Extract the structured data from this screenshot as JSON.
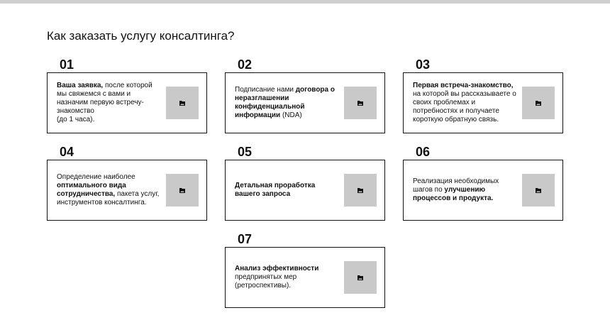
{
  "page": {
    "title": "Как заказать услугу консалтинга?"
  },
  "steps": [
    {
      "number": "01",
      "segments": [
        {
          "t": "Ваша заявка,",
          "b": true
        },
        {
          "t": " после которой мы свяжемся с вами и назначим первую встречу-знакомство",
          "b": false
        },
        {
          "t": "(до 1 часа).",
          "b": false,
          "br": true
        }
      ],
      "image_icon": "image-placeholder-icon"
    },
    {
      "number": "02",
      "segments": [
        {
          "t": "Подписание нами ",
          "b": false
        },
        {
          "t": "договора о неразглашении конфиденциальной информации",
          "b": true
        },
        {
          "t": " (NDA)",
          "b": false
        }
      ],
      "image_icon": "image-placeholder-icon"
    },
    {
      "number": "03",
      "segments": [
        {
          "t": "Первая встреча-знакомство,",
          "b": true
        },
        {
          "t": " на которой вы рассказываете о своих проблемах и потребностях и получаете короткую обратную связь.",
          "b": false
        }
      ],
      "image_icon": "image-placeholder-icon"
    },
    {
      "number": "04",
      "segments": [
        {
          "t": "Определение наиболее ",
          "b": false
        },
        {
          "t": "оптимального вида сотрудничества,",
          "b": true
        },
        {
          "t": " пакета услуг, инструментов консалтинга.",
          "b": false
        }
      ],
      "image_icon": "image-placeholder-icon"
    },
    {
      "number": "05",
      "segments": [
        {
          "t": "Детальная проработка вашего запроса",
          "b": true
        }
      ],
      "image_icon": "image-placeholder-icon"
    },
    {
      "number": "06",
      "segments": [
        {
          "t": "Реализация необходимых шагов по ",
          "b": false
        },
        {
          "t": "улучшению процессов и продукта.",
          "b": true
        }
      ],
      "image_icon": "image-placeholder-icon"
    },
    {
      "number": "07",
      "segments": [
        {
          "t": "Анализ эффективности",
          "b": true
        },
        {
          "t": " предпринятых мер (ретроспективы).",
          "b": false
        }
      ],
      "image_icon": "image-placeholder-icon"
    }
  ],
  "colors": {
    "border": "#111111",
    "placeholder": "#c9c9c9",
    "topbar": "#cfcfcf"
  }
}
